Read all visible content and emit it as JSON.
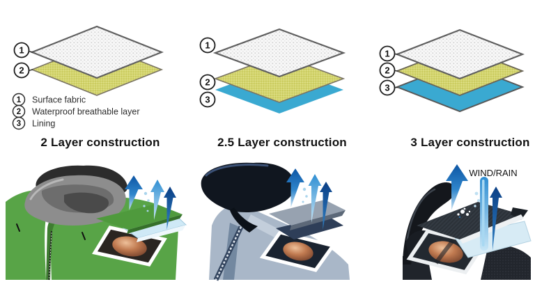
{
  "page": {
    "background": "#ffffff"
  },
  "panels": [
    {
      "id": "2-layer",
      "title": "2 Layer construction",
      "layers": [
        {
          "num": "1"
        },
        {
          "num": "2"
        }
      ]
    },
    {
      "id": "2-5-layer",
      "title": "2.5 Layer construction",
      "layers": [
        {
          "num": "1"
        },
        {
          "num": "2"
        },
        {
          "num": "3"
        }
      ]
    },
    {
      "id": "3-layer",
      "title": "3 Layer construction",
      "layers": [
        {
          "num": "1"
        },
        {
          "num": "2"
        },
        {
          "num": "3"
        }
      ]
    }
  ],
  "legend": {
    "items": [
      {
        "num": "1",
        "label": "Surface fabric"
      },
      {
        "num": "2",
        "label": "Waterproof breathable layer"
      },
      {
        "num": "3",
        "label": "Lining"
      }
    ]
  },
  "annotations": {
    "wind_rain_label": "WIND/RAIN"
  },
  "colors": {
    "surface_fabric_fill": "#f8f8f8",
    "surface_fabric_dot": "#d2d2d2",
    "membrane_yellow": "#d5d671",
    "lining_blue": "#3aa9d1",
    "diamond_border": "#5f5f5f",
    "arrow_blue": "#1565b0",
    "arrow_light_blue": "#5fb2e0",
    "arrow_dark_blue": "#0b4585",
    "jacket_green": "#58a447",
    "hood_gray": "#8d8d8d",
    "jacket_navy": "#10161f",
    "jacket_black": "#14171c",
    "membrane_sheet_blue": "#cfe9f6",
    "skin_tone": "#c07a50"
  }
}
